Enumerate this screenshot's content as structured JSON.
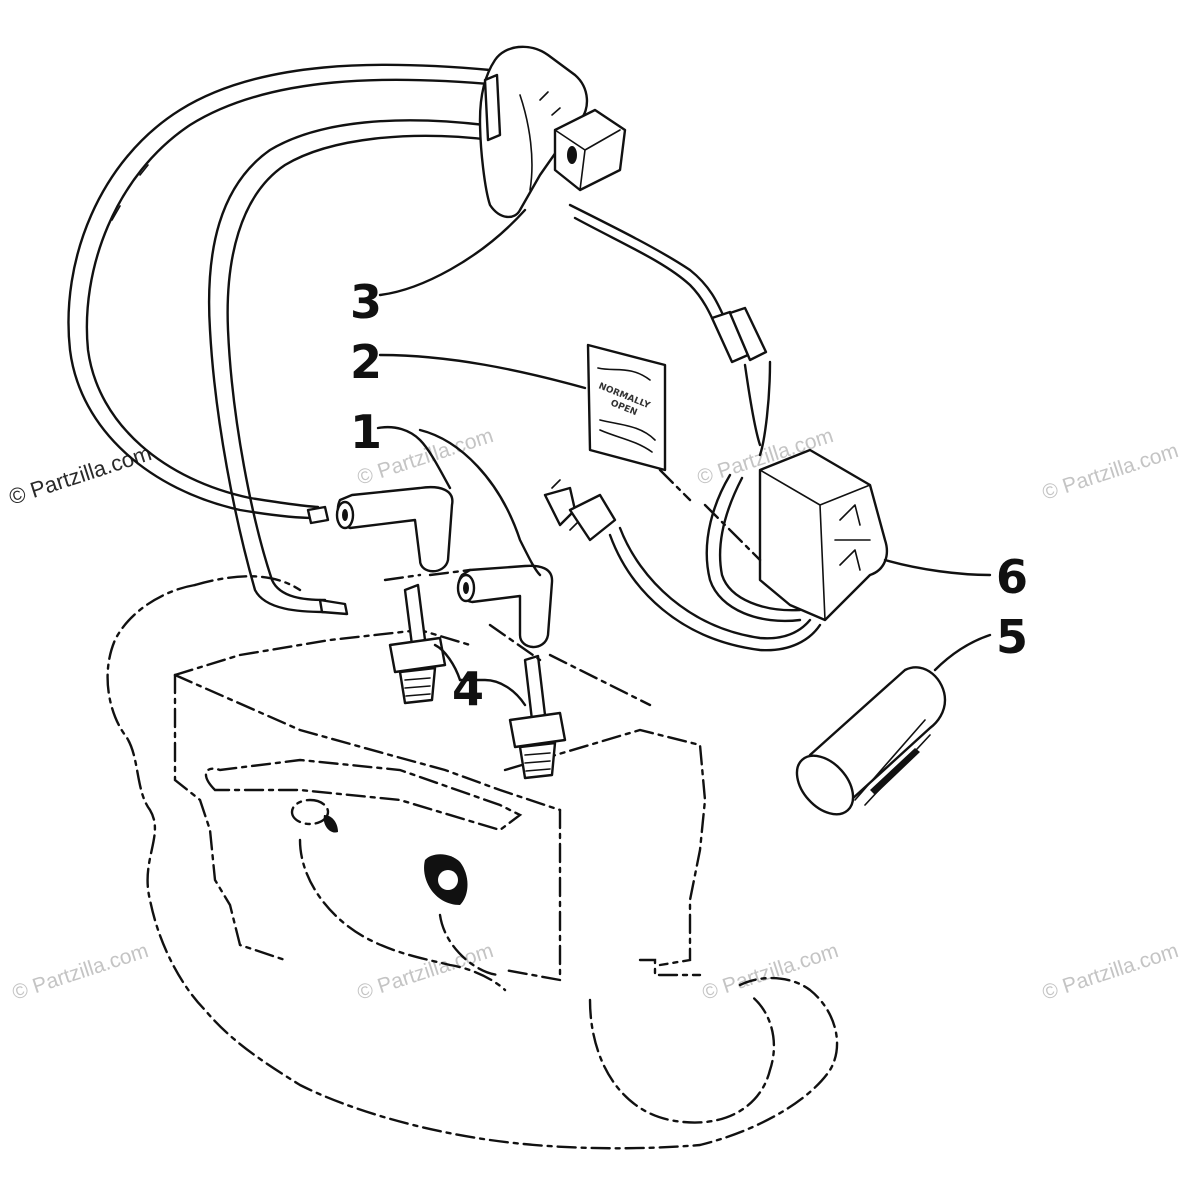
{
  "diagram": {
    "callouts": [
      "1",
      "2",
      "3",
      "4",
      "5",
      "6"
    ],
    "decal_lines": [
      "NORMALLY",
      "OPEN"
    ],
    "watermark": "© Partzilla.com"
  },
  "parts": [
    {
      "number": "1",
      "item": "spark-plug-caps"
    },
    {
      "number": "2",
      "item": "normally-open-decal"
    },
    {
      "number": "3",
      "item": "ignition-coil"
    },
    {
      "number": "4",
      "item": "spark-plugs"
    },
    {
      "number": "5",
      "item": "cylindrical-part"
    },
    {
      "number": "6",
      "item": "cdi-module"
    }
  ],
  "colors": {
    "line": "#111111",
    "watermark": "#c4c4c4",
    "background": "#ffffff"
  }
}
